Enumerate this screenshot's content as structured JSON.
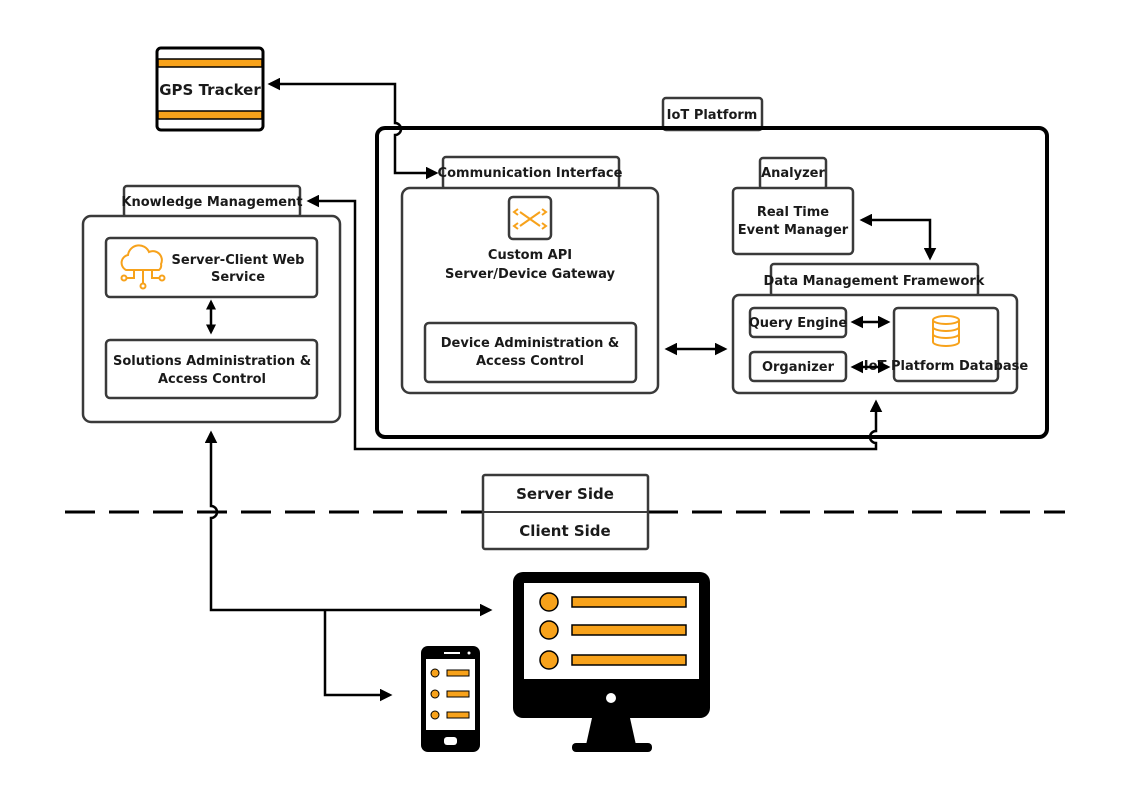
{
  "colors": {
    "accent": "#f7a21b",
    "stroke": "#000000"
  },
  "gps": {
    "label": "GPS Tracker"
  },
  "iot": {
    "label": "IoT Platform"
  },
  "comm": {
    "tab": "Communication Interface",
    "line1": "Custom API",
    "line2": "Server/Device Gateway",
    "admin1": "Device Administration &",
    "admin2": "Access Control",
    "icon": "gateway-icon"
  },
  "knowledge": {
    "tab": "Knowledge Management",
    "web1": "Server-Client Web",
    "web2": "Service",
    "sol1": "Solutions Administration &",
    "sol2": "Access Control",
    "icon": "cloud-network-icon"
  },
  "analyzer": {
    "tab": "Analyzer",
    "line1": "Real Time",
    "line2": "Event Manager"
  },
  "dmf": {
    "tab": "Data Management Framework",
    "query": "Query Engine",
    "organizer": "Organizer",
    "db": "IoT Platform Database",
    "icon": "database-icon"
  },
  "divider": {
    "server": "Server Side",
    "client": "Client Side"
  },
  "clients": {
    "desktop": "desktop-monitor-icon",
    "mobile": "smartphone-icon"
  }
}
